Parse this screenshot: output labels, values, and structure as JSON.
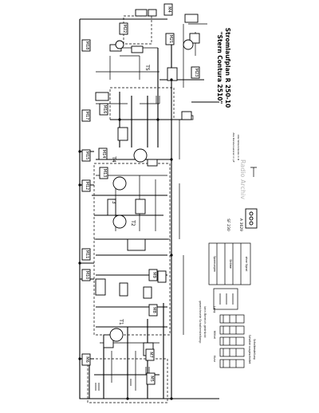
{
  "title": {
    "line1": "Stromlaufplan R 250-10",
    "line2": "\"Stern Contura 2510\""
  },
  "watermark": "Radio Archiv",
  "terminals": [
    "M22",
    "M21",
    "M23",
    "M18",
    "M17",
    "M16",
    "M15",
    "M14",
    "M13",
    "M12",
    "M11",
    "M10",
    "M9",
    "M8",
    "M7",
    "M6",
    "M5",
    "M4"
  ],
  "transistors": [
    "T1",
    "T2",
    "T3",
    "T4",
    "T5"
  ],
  "key_text": [
    "gezeichnete Schalterstellung:",
    "kein Bereich gedrückt",
    "Lang",
    "Mittel",
    "Kurz",
    "Schalter ausgeschaltet",
    "Schalterstellung"
  ],
  "table_text": [
    "Spannungen",
    "Ströme",
    "ohne Signal"
  ],
  "notes": [
    "Alle Kondensatoren in pF",
    "Alle Widerstände in Ω"
  ],
  "code_labels": [
    "SF 230",
    "A 3629"
  ],
  "colors": {
    "ink": "#000000",
    "paper": "#ffffff",
    "watermark": "#b5b5b5"
  }
}
